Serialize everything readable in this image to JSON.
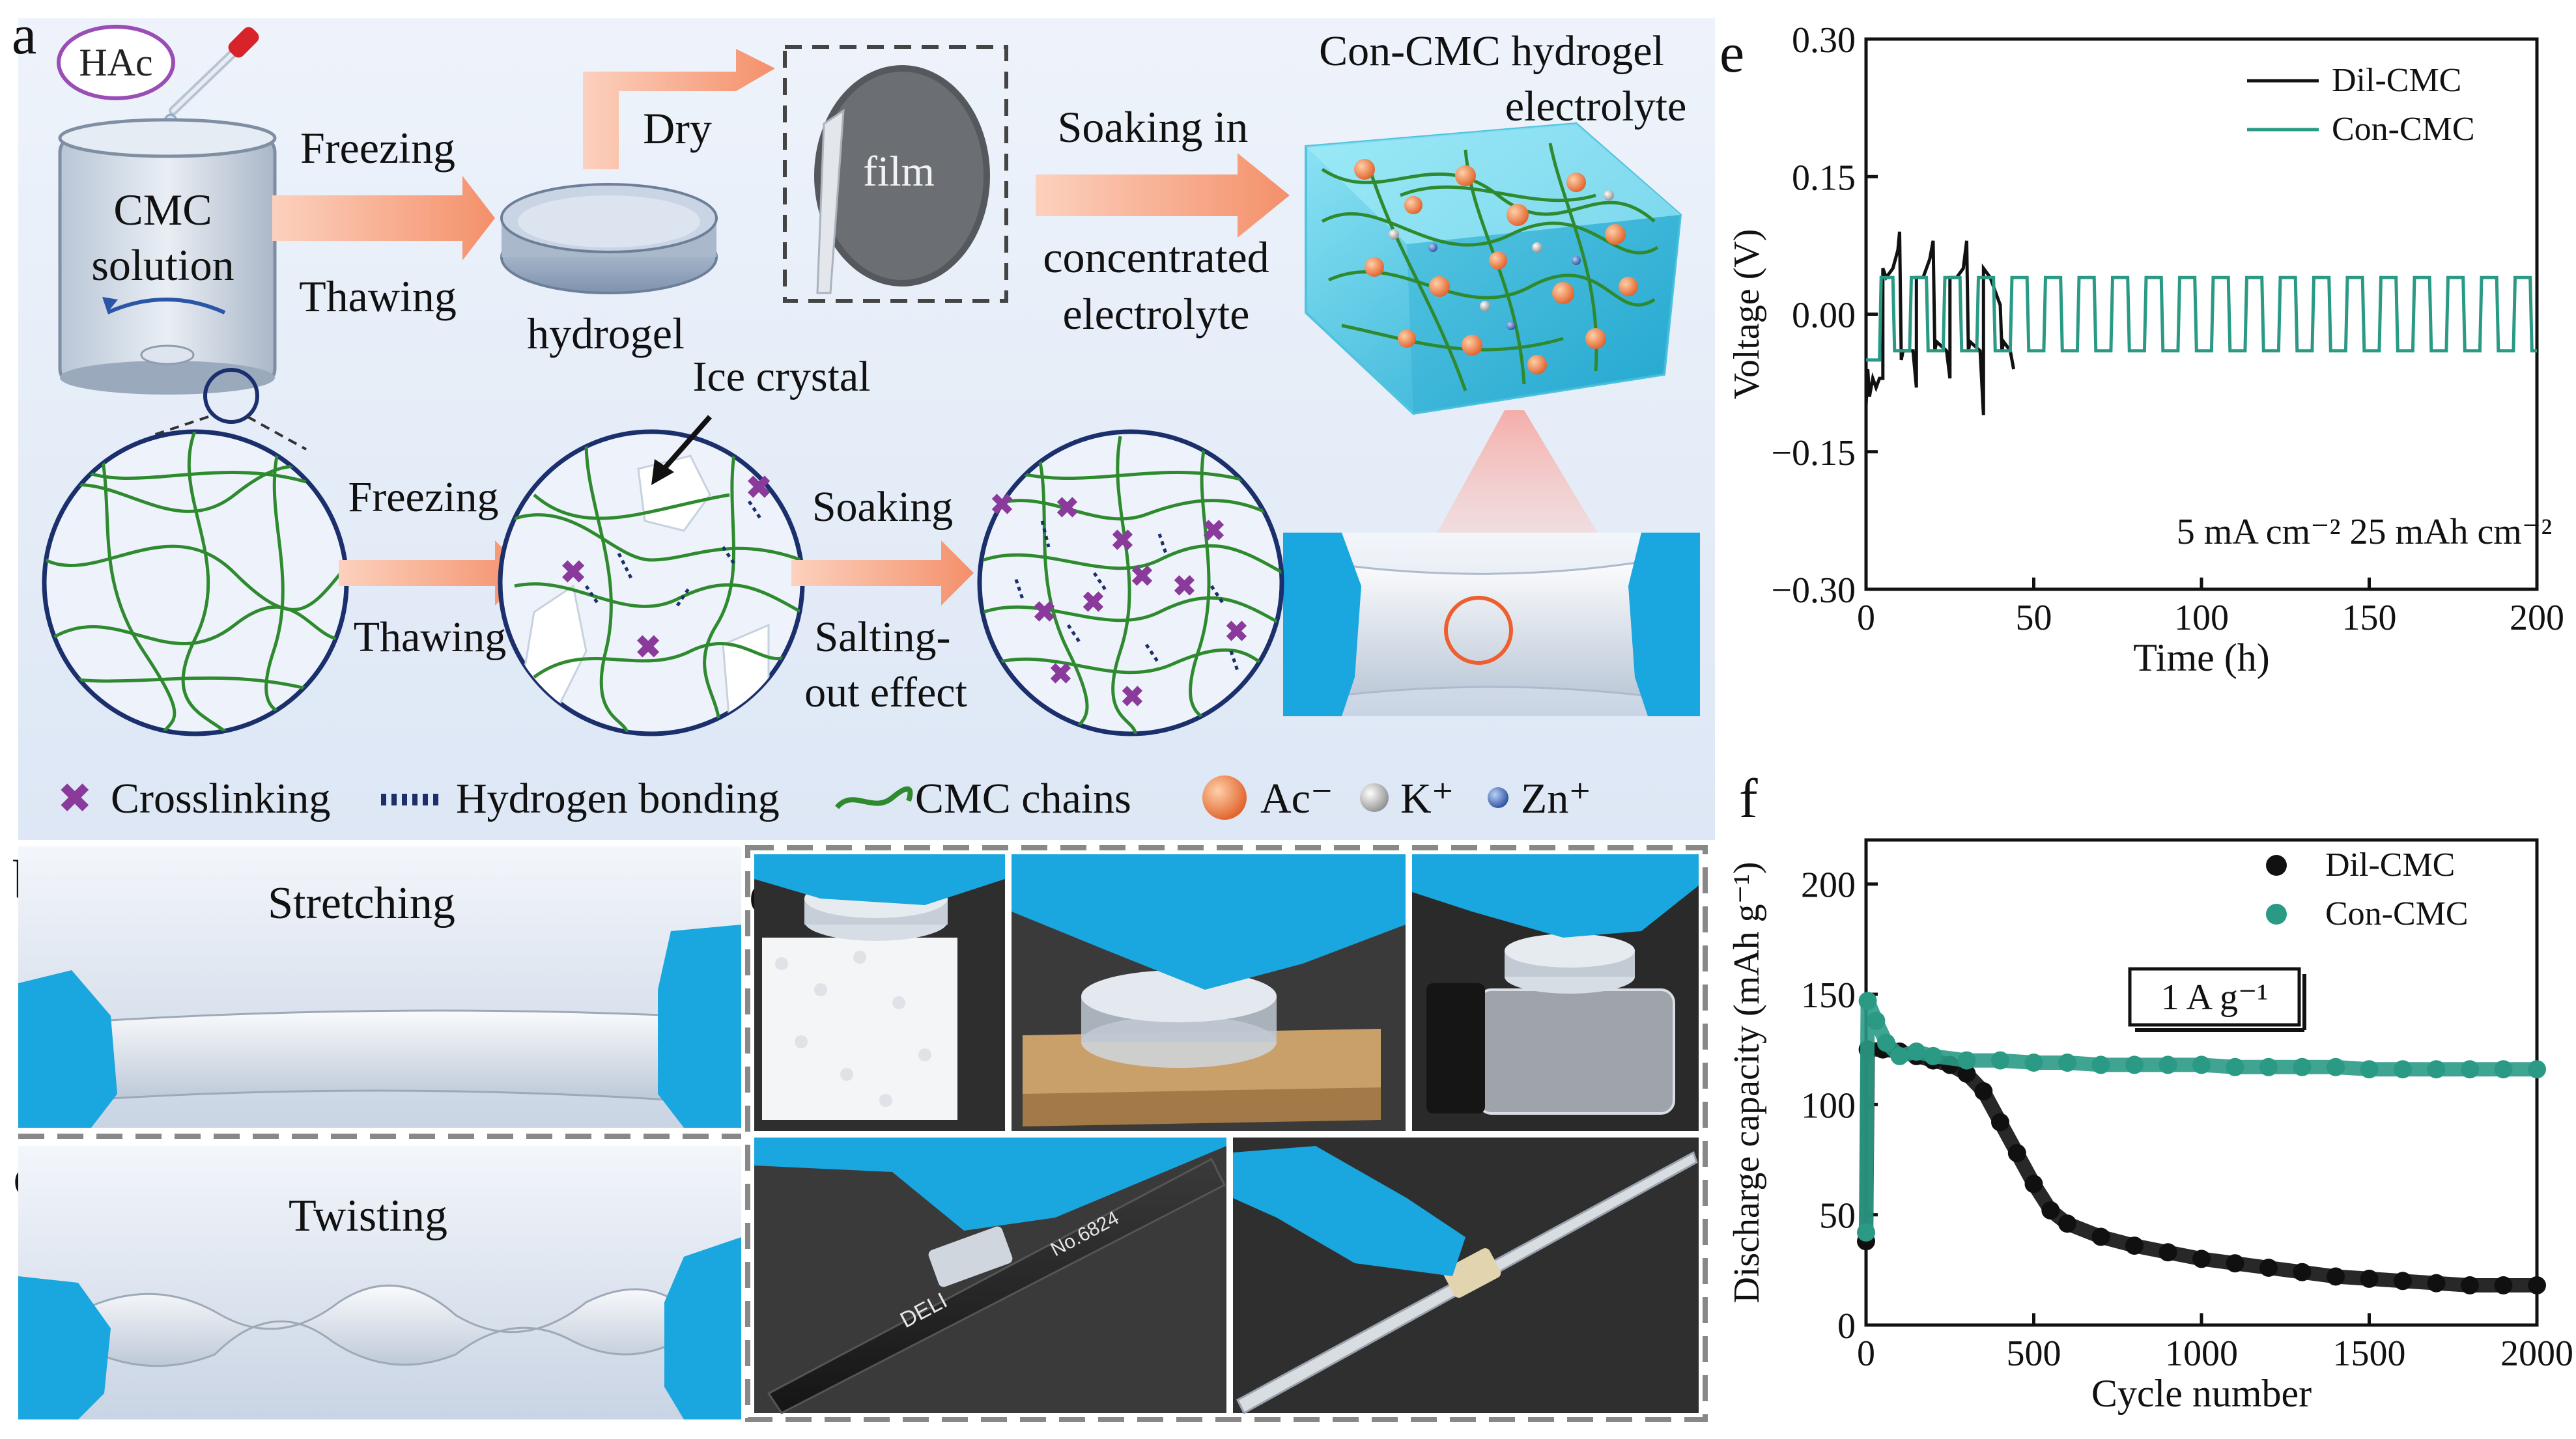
{
  "panels": {
    "a": "a",
    "b": "b",
    "c": "c",
    "d": "d",
    "e": "e",
    "f": "f"
  },
  "schematic": {
    "hac": "HAc",
    "cmc_line1": "CMC",
    "cmc_line2": "solution",
    "freezing": "Freezing",
    "thawing": "Thawing",
    "hydrogel": "hydrogel",
    "dry": "Dry",
    "film": "film",
    "soaking_in": "Soaking in",
    "concentrated": "concentrated",
    "electrolyte": "electrolyte",
    "con_title_line1": "Con-CMC hydrogel",
    "con_title_line2": "electrolyte",
    "ice_crystal": "Ice crystal",
    "freezing2": "Freezing",
    "thawing2": "Thawing",
    "soaking2": "Soaking",
    "salting1": "Salting-",
    "salting2": "out effect"
  },
  "legend": {
    "crosslinking": "Crosslinking",
    "hbond": "Hydrogen bonding",
    "chains": "CMC chains",
    "ac": "Ac⁻",
    "k": "K⁺",
    "zn": "Zn⁺"
  },
  "photos": {
    "stretching": "Stretching",
    "twisting": "Twisting",
    "marker_brand": "DELI",
    "marker_no": "No.6824"
  },
  "colors": {
    "dil": "#111111",
    "con": "#2a9a85",
    "arrow": "#f6a07f",
    "cyan": "#35b6d8",
    "glove": "#1aa6de",
    "green": "#2f8a2f",
    "purple": "#8a3a9a",
    "navy": "#1a2f6b"
  },
  "chart_data": [
    {
      "panel": "e",
      "type": "line",
      "ylabel": "Voltage (V)",
      "xlabel": "Time (h)",
      "xlim": [
        0,
        200
      ],
      "ylim": [
        -0.3,
        0.3
      ],
      "xticks": [
        0,
        50,
        100,
        150,
        200
      ],
      "yticks": [
        -0.3,
        -0.15,
        0.0,
        0.15,
        0.3
      ],
      "ytick_labels": [
        "−0.30",
        "−0.15",
        "0.00",
        "0.15",
        "0.30"
      ],
      "annotation": "5 mA cm⁻²   25 mAh cm⁻²",
      "legend_position": "top-right",
      "series": [
        {
          "name": "Dil-CMC",
          "color": "#111111",
          "points": [
            [
              0,
              -0.1
            ],
            [
              0.5,
              -0.06
            ],
            [
              1,
              -0.09
            ],
            [
              2,
              -0.07
            ],
            [
              3,
              -0.08
            ],
            [
              4,
              -0.07
            ],
            [
              5,
              -0.07
            ],
            [
              5,
              0.05
            ],
            [
              6,
              0.04
            ],
            [
              8,
              0.05
            ],
            [
              9.5,
              0.07
            ],
            [
              10,
              0.09
            ],
            [
              10.5,
              -0.05
            ],
            [
              11,
              -0.04
            ],
            [
              14,
              -0.04
            ],
            [
              15,
              -0.08
            ],
            [
              15,
              0.04
            ],
            [
              17,
              0.04
            ],
            [
              19,
              0.06
            ],
            [
              20,
              0.08
            ],
            [
              20.5,
              -0.04
            ],
            [
              21,
              -0.03
            ],
            [
              24,
              -0.04
            ],
            [
              25,
              -0.07
            ],
            [
              25,
              0.04
            ],
            [
              27,
              0.04
            ],
            [
              29,
              0.05
            ],
            [
              30,
              0.08
            ],
            [
              30.5,
              -0.04
            ],
            [
              31,
              -0.03
            ],
            [
              34,
              -0.04
            ],
            [
              35,
              -0.11
            ],
            [
              35,
              0.05
            ],
            [
              37,
              0.04
            ],
            [
              39,
              0.02
            ],
            [
              40,
              0.01
            ],
            [
              40.5,
              -0.04
            ],
            [
              41,
              -0.03
            ],
            [
              43,
              -0.04
            ],
            [
              44,
              -0.06
            ]
          ]
        },
        {
          "name": "Con-CMC",
          "color": "#2a9a85",
          "points": [
            [
              0,
              -0.05
            ],
            [
              4,
              -0.05
            ],
            [
              4.5,
              0.04
            ],
            [
              8,
              0.04
            ],
            [
              8.5,
              -0.04
            ],
            [
              13,
              -0.04
            ],
            [
              13.5,
              0.04
            ],
            [
              18,
              0.04
            ],
            [
              18.5,
              -0.04
            ],
            [
              23,
              -0.04
            ],
            [
              23.5,
              0.04
            ],
            [
              28,
              0.04
            ],
            [
              28.5,
              -0.04
            ],
            [
              33,
              -0.04
            ],
            [
              33.5,
              0.04
            ],
            [
              38,
              0.04
            ],
            [
              38.5,
              -0.04
            ],
            [
              43,
              -0.04
            ],
            [
              43.5,
              0.04
            ],
            [
              48,
              0.04
            ],
            [
              48.5,
              -0.04
            ],
            [
              53,
              -0.04
            ],
            [
              53.5,
              0.04
            ],
            [
              58,
              0.04
            ],
            [
              58.5,
              -0.04
            ],
            [
              63,
              -0.04
            ],
            [
              63.5,
              0.04
            ],
            [
              68,
              0.04
            ],
            [
              68.5,
              -0.04
            ],
            [
              73,
              -0.04
            ],
            [
              73.5,
              0.04
            ],
            [
              78,
              0.04
            ],
            [
              78.5,
              -0.04
            ],
            [
              83,
              -0.04
            ],
            [
              83.5,
              0.04
            ],
            [
              88,
              0.04
            ],
            [
              88.5,
              -0.04
            ],
            [
              93,
              -0.04
            ],
            [
              93.5,
              0.04
            ],
            [
              98,
              0.04
            ],
            [
              98.5,
              -0.04
            ],
            [
              103,
              -0.04
            ],
            [
              103.5,
              0.04
            ],
            [
              108,
              0.04
            ],
            [
              108.5,
              -0.04
            ],
            [
              113,
              -0.04
            ],
            [
              113.5,
              0.04
            ],
            [
              118,
              0.04
            ],
            [
              118.5,
              -0.04
            ],
            [
              123,
              -0.04
            ],
            [
              123.5,
              0.04
            ],
            [
              128,
              0.04
            ],
            [
              128.5,
              -0.04
            ],
            [
              133,
              -0.04
            ],
            [
              133.5,
              0.04
            ],
            [
              138,
              0.04
            ],
            [
              138.5,
              -0.04
            ],
            [
              143,
              -0.04
            ],
            [
              143.5,
              0.04
            ],
            [
              148,
              0.04
            ],
            [
              148.5,
              -0.04
            ],
            [
              153,
              -0.04
            ],
            [
              153.5,
              0.04
            ],
            [
              158,
              0.04
            ],
            [
              158.5,
              -0.04
            ],
            [
              163,
              -0.04
            ],
            [
              163.5,
              0.04
            ],
            [
              168,
              0.04
            ],
            [
              168.5,
              -0.04
            ],
            [
              173,
              -0.04
            ],
            [
              173.5,
              0.04
            ],
            [
              178,
              0.04
            ],
            [
              178.5,
              -0.04
            ],
            [
              183,
              -0.04
            ],
            [
              183.5,
              0.04
            ],
            [
              188,
              0.04
            ],
            [
              188.5,
              -0.04
            ],
            [
              193,
              -0.04
            ],
            [
              193.5,
              0.04
            ],
            [
              198,
              0.04
            ],
            [
              198.5,
              -0.04
            ],
            [
              200,
              -0.04
            ]
          ]
        }
      ]
    },
    {
      "panel": "f",
      "type": "scatter",
      "ylabel": "Discharge capacity (mAh g⁻¹)",
      "xlabel": "Cycle number",
      "xlim": [
        0,
        2000
      ],
      "ylim": [
        0,
        220
      ],
      "xticks": [
        0,
        500,
        1000,
        1500,
        2000
      ],
      "yticks": [
        0,
        50,
        100,
        150,
        200
      ],
      "annotation": "1 A g⁻¹",
      "legend_position": "top-right",
      "series": [
        {
          "name": "Dil-CMC",
          "color": "#111111",
          "points": [
            [
              0,
              38
            ],
            [
              5,
              125
            ],
            [
              50,
              125
            ],
            [
              100,
              124
            ],
            [
              150,
              122
            ],
            [
              200,
              120
            ],
            [
              250,
              118
            ],
            [
              300,
              114
            ],
            [
              350,
              106
            ],
            [
              400,
              92
            ],
            [
              450,
              78
            ],
            [
              500,
              64
            ],
            [
              550,
              52
            ],
            [
              600,
              46
            ],
            [
              700,
              40
            ],
            [
              800,
              36
            ],
            [
              900,
              33
            ],
            [
              1000,
              30
            ],
            [
              1100,
              28
            ],
            [
              1200,
              26
            ],
            [
              1300,
              24
            ],
            [
              1400,
              22
            ],
            [
              1500,
              21
            ],
            [
              1600,
              20
            ],
            [
              1700,
              19
            ],
            [
              1800,
              18
            ],
            [
              1900,
              18
            ],
            [
              2000,
              18
            ]
          ]
        },
        {
          "name": "Con-CMC",
          "color": "#2a9a85",
          "points": [
            [
              0,
              42
            ],
            [
              5,
              147
            ],
            [
              30,
              138
            ],
            [
              60,
              128
            ],
            [
              100,
              122
            ],
            [
              150,
              124
            ],
            [
              200,
              122
            ],
            [
              300,
              120
            ],
            [
              400,
              120
            ],
            [
              500,
              119
            ],
            [
              600,
              119
            ],
            [
              700,
              118
            ],
            [
              800,
              118
            ],
            [
              900,
              118
            ],
            [
              1000,
              118
            ],
            [
              1100,
              117
            ],
            [
              1200,
              117
            ],
            [
              1300,
              117
            ],
            [
              1400,
              117
            ],
            [
              1500,
              116
            ],
            [
              1600,
              116
            ],
            [
              1700,
              116
            ],
            [
              1800,
              116
            ],
            [
              1900,
              116
            ],
            [
              2000,
              116
            ]
          ]
        }
      ]
    }
  ]
}
